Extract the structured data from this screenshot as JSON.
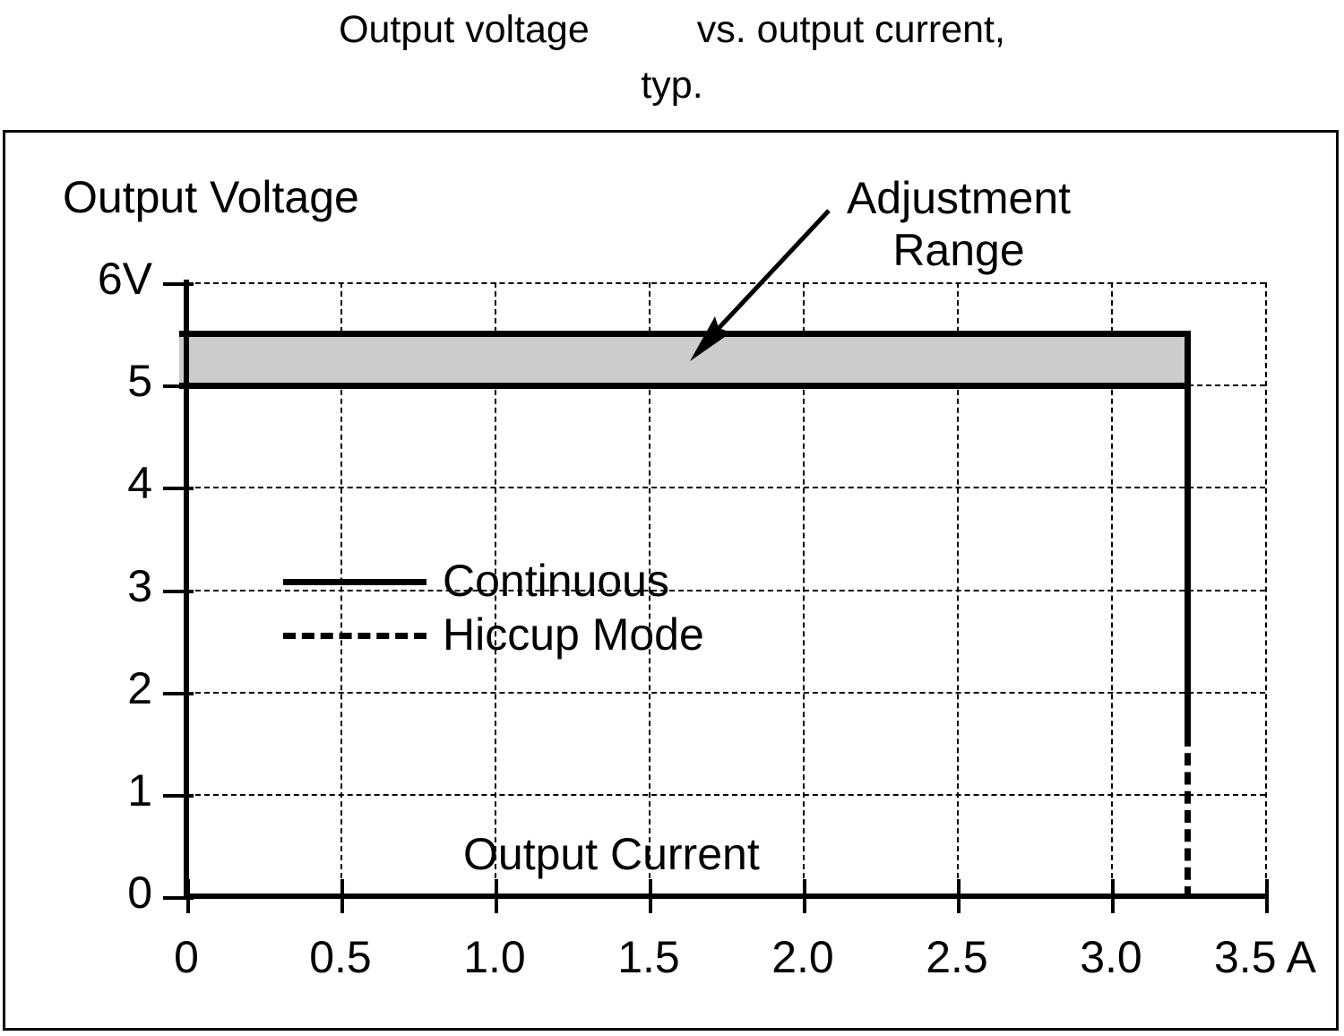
{
  "title": {
    "line1_left": "Output voltage",
    "line1_right": "vs. output current,",
    "line2": "typ.",
    "full": "Output voltage     vs. output current, typ."
  },
  "axis": {
    "y_title": "Output Voltage",
    "x_title": "Output Current",
    "x_unit": "A",
    "y_unit": "V"
  },
  "legend": {
    "items": [
      {
        "label": "Continuous",
        "style": "solid"
      },
      {
        "label": "Hiccup Mode",
        "style": "dashed"
      }
    ]
  },
  "annotation": {
    "line1": "Adjustment",
    "line2": "Range",
    "text": "Adjustment Range"
  },
  "colors": {
    "band_fill": "#cccccc",
    "line": "#000000",
    "background": "#ffffff"
  },
  "chart_data": {
    "type": "line",
    "title": "Output voltage vs. output current, typ.",
    "xlabel": "Output Current",
    "ylabel": "Output Voltage",
    "xlim": [
      0,
      3.5
    ],
    "ylim": [
      0,
      6
    ],
    "xticks": [
      0,
      0.5,
      1.0,
      1.5,
      2.0,
      2.5,
      3.0,
      3.5
    ],
    "xticklabels": [
      "0",
      "0.5",
      "1.0",
      "1.5",
      "2.0",
      "2.5",
      "3.0",
      "3.5 A"
    ],
    "yticks": [
      0,
      1,
      2,
      3,
      4,
      5,
      6
    ],
    "yticklabels": [
      "0",
      "1",
      "2",
      "3",
      "4",
      "5",
      "6V"
    ],
    "grid": "dashed",
    "legend_position": "center-left",
    "series": [
      {
        "name": "Continuous",
        "style": "solid",
        "points": [
          [
            0,
            5.0
          ],
          [
            3.26,
            5.0
          ],
          [
            3.26,
            1.6
          ]
        ],
        "note": "Regulated output 5.0 V up to 3.26 A, then vertical foldback"
      },
      {
        "name": "Hiccup Mode",
        "style": "dashed",
        "points": [
          [
            3.26,
            1.6
          ],
          [
            3.26,
            0
          ]
        ],
        "note": "Dashed continuation of drop-out from 1.6 V to 0 V"
      }
    ],
    "shaded_regions": [
      {
        "name": "Adjustment Range",
        "y_min": 5.0,
        "y_max": 5.5,
        "x_min": 0,
        "x_max": 3.26,
        "fill": "#cccccc",
        "border": "#000000"
      }
    ],
    "annotations": [
      {
        "text": "Adjustment Range",
        "target_x": 1.6,
        "target_y": 5.25
      }
    ]
  },
  "ticks": {
    "y": [
      {
        "value": 6,
        "label": "6V"
      },
      {
        "value": 5,
        "label": "5"
      },
      {
        "value": 4,
        "label": "4"
      },
      {
        "value": 3,
        "label": "3"
      },
      {
        "value": 2,
        "label": "2"
      },
      {
        "value": 1,
        "label": "1"
      },
      {
        "value": 0,
        "label": "0"
      }
    ],
    "x": [
      {
        "value": 0,
        "label": "0"
      },
      {
        "value": 0.5,
        "label": "0.5"
      },
      {
        "value": 1.0,
        "label": "1.0"
      },
      {
        "value": 1.5,
        "label": "1.5"
      },
      {
        "value": 2.0,
        "label": "2.0"
      },
      {
        "value": 2.5,
        "label": "2.5"
      },
      {
        "value": 3.0,
        "label": "3.0"
      },
      {
        "value": 3.5,
        "label": "3.5 A"
      }
    ]
  }
}
